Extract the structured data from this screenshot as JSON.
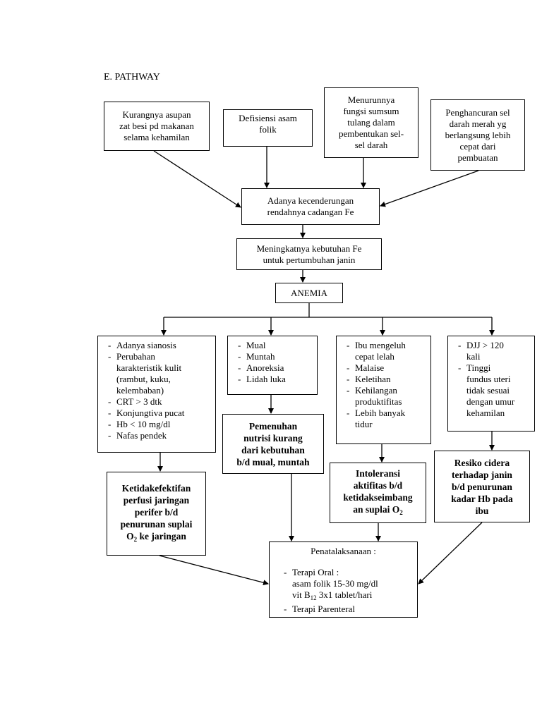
{
  "heading": "E. PATHWAY",
  "causes": {
    "c1": "Kurangnya asupan\nzat besi pd makanan\nselama kehamilan",
    "c2": "Defisiensi asam\nfolik",
    "c3": "Menurunnya\nfungsi sumsum\ntulang dalam\npembentukan sel-\nsel darah",
    "c4": "Penghancuran sel\ndarah merah yg\nberlangsung lebih\ncepat dari\npembuatan"
  },
  "tendency": "Adanya kecenderungan\nrendahnya cadangan Fe",
  "need": "Meningkatnya kebutuhan Fe\nuntuk pertumbuhan janin",
  "anemia": "ANEMIA",
  "symptoms": {
    "s1": [
      "Adanya sianosis",
      "Perubahan\nkarakteristik kulit\n(rambut, kuku,\nkelembaban)",
      "CRT > 3 dtk",
      "Konjungtiva pucat",
      "Hb < 10 mg/dl",
      "Nafas pendek"
    ],
    "s2": [
      "Mual",
      "Muntah",
      "Anoreksia",
      "Lidah luka"
    ],
    "s3": [
      "Ibu mengeluh\ncepat lelah",
      "Malaise",
      "Keletihan",
      "Kehilangan\nproduktifitas",
      "Lebih banyak\ntidur"
    ],
    "s4": [
      "DJJ > 120\nkali",
      "Tinggi\nfundus uteri\ntidak sesuai\ndengan umur\nkehamilan"
    ]
  },
  "diagnoses": {
    "d1": {
      "text": "Ketidakefektifan\nperfusi jaringan\nperifer b/d\npenurunan suplai",
      "last_pre": "O",
      "last_sub": "2",
      "last_post": " ke jaringan"
    },
    "d2": "Pemenuhan\nnutrisi kurang\ndari kebutuhan\nb/d mual, muntah",
    "d3": {
      "text": "Intoleransi\naktifitas b/d\nketidakseimbang\nan suplai",
      "last_pre": " O",
      "last_sub": "2",
      "last_post": ""
    },
    "d4": "Resiko cidera\nterhadap janin\nb/d penurunan\nkadar Hb pada\nibu"
  },
  "management": {
    "title": "Penatalaksanaan :",
    "oral_label": "Terapi Oral :",
    "oral_line1": "asam folik 15-30 mg/dl",
    "oral_line2_pre": "vit B",
    "oral_line2_sub": "12",
    "oral_line2_post": " 3x1 tablet/hari",
    "parenteral": "Terapi Parenteral"
  }
}
